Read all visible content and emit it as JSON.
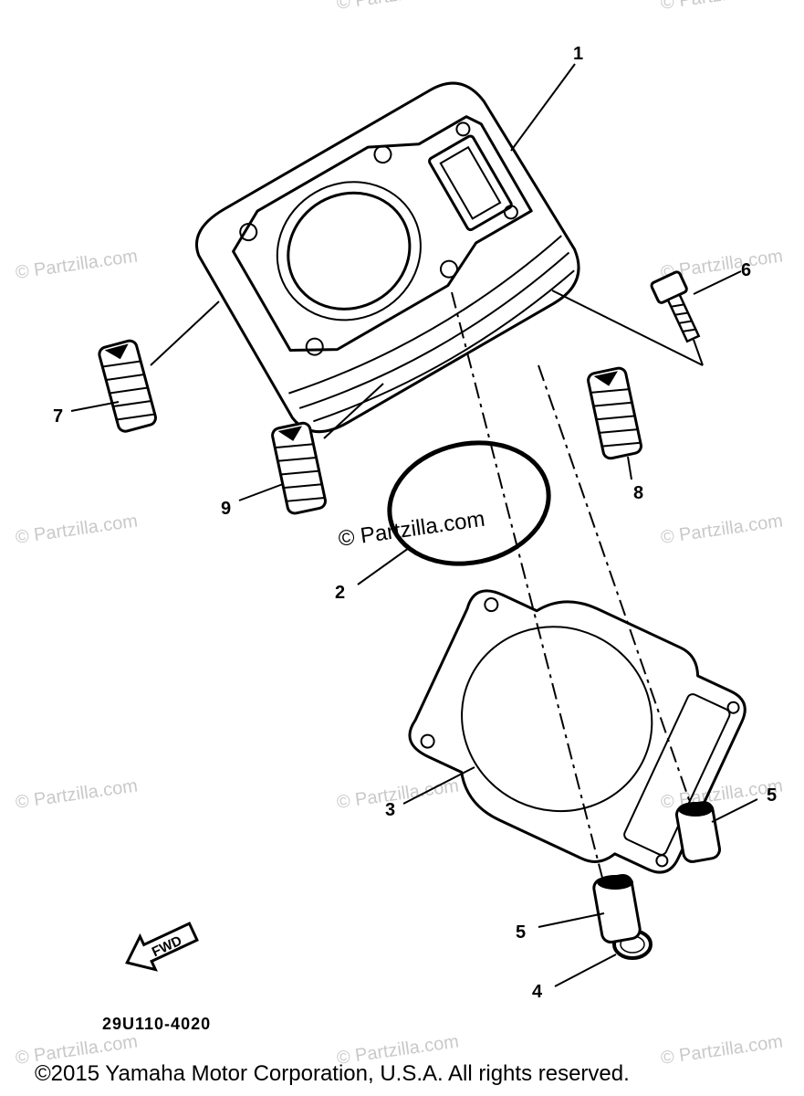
{
  "watermark": "© Partzilla.com",
  "callouts": {
    "c1": "1",
    "c2": "2",
    "c3": "3",
    "c4": "4",
    "c5a": "5",
    "c5b": "5",
    "c6": "6",
    "c7": "7",
    "c8": "8",
    "c9": "9"
  },
  "fwd_label": "FWD",
  "diagram_code": "29U110-4020",
  "copyright": "©2015 Yamaha Motor Corporation, U.S.A. All rights reserved.",
  "colors": {
    "ink": "#000000",
    "watermark": "#c9c9c9",
    "background": "#ffffff"
  }
}
